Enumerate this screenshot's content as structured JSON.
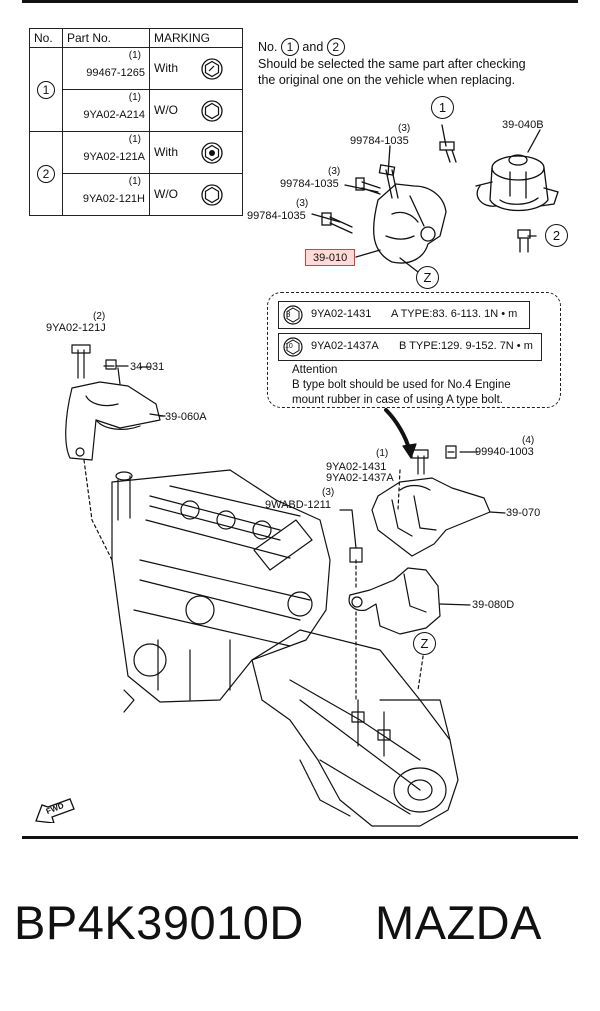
{
  "table": {
    "headers": [
      "No.",
      "Part No.",
      "MARKING"
    ],
    "groups": [
      {
        "no": "1",
        "rows": [
          {
            "qty": "(1)",
            "part": "99467-1265",
            "marking": "With"
          },
          {
            "qty": "(1)",
            "part": "9YA02-A214",
            "marking": "W/O"
          }
        ]
      },
      {
        "no": "2",
        "rows": [
          {
            "qty": "(1)",
            "part": "9YA02-121A",
            "marking": "With"
          },
          {
            "qty": "(1)",
            "part": "9YA02-121H",
            "marking": "W/O"
          }
        ]
      }
    ]
  },
  "note": {
    "lead": "No.",
    "c1": "1",
    "and": "and",
    "c2": "2",
    "line2": "Should be selected the same part after checking",
    "line3": "the original one on the vehicle when replacing."
  },
  "labels": {
    "l99784a": "99784-1035",
    "l99784a_q": "(3)",
    "l99784b": "99784-1035",
    "l99784b_q": "(3)",
    "l99784c": "99784-1035",
    "l99784c_q": "(3)",
    "l39040b": "39-040B",
    "l39010": "39-010",
    "c1": "1",
    "c2": "2",
    "z1": "Z",
    "l9ya02_121j": "9YA02-121J",
    "l9ya02_121j_q": "(2)",
    "l34031": "34-031",
    "l39060a": "39-060A",
    "l9ya02_1431": "9YA02-1431",
    "l9ya02_1431_q": "(1)",
    "l9ya02_1437a": "9YA02-1437A",
    "l99940": "99940-1003",
    "l99940_q": "(4)",
    "l9wabd": "9WABD-1211",
    "l9wabd_q": "(3)",
    "l39070": "39-070",
    "l39080d": "39-080D",
    "z2": "Z",
    "fwd": "FWD"
  },
  "spec": {
    "row1": {
      "mark": "8",
      "part": "9YA02-1431",
      "type": "A TYPE:83. 6-113. 1N • m"
    },
    "row2": {
      "mark": "10",
      "part": "9YA02-1437A",
      "type": "B TYPE:129. 9-152. 7N • m"
    },
    "attention_title": "Attention",
    "attention_line1": "B type bolt should be used for No.4 Engine",
    "attention_line2": "mount rubber in case of using A type bolt."
  },
  "caption": {
    "part_number": "BP4K39010D",
    "brand": "MAZDA"
  },
  "colors": {
    "highlight_border": "#e23b3b",
    "ink": "#111111"
  }
}
